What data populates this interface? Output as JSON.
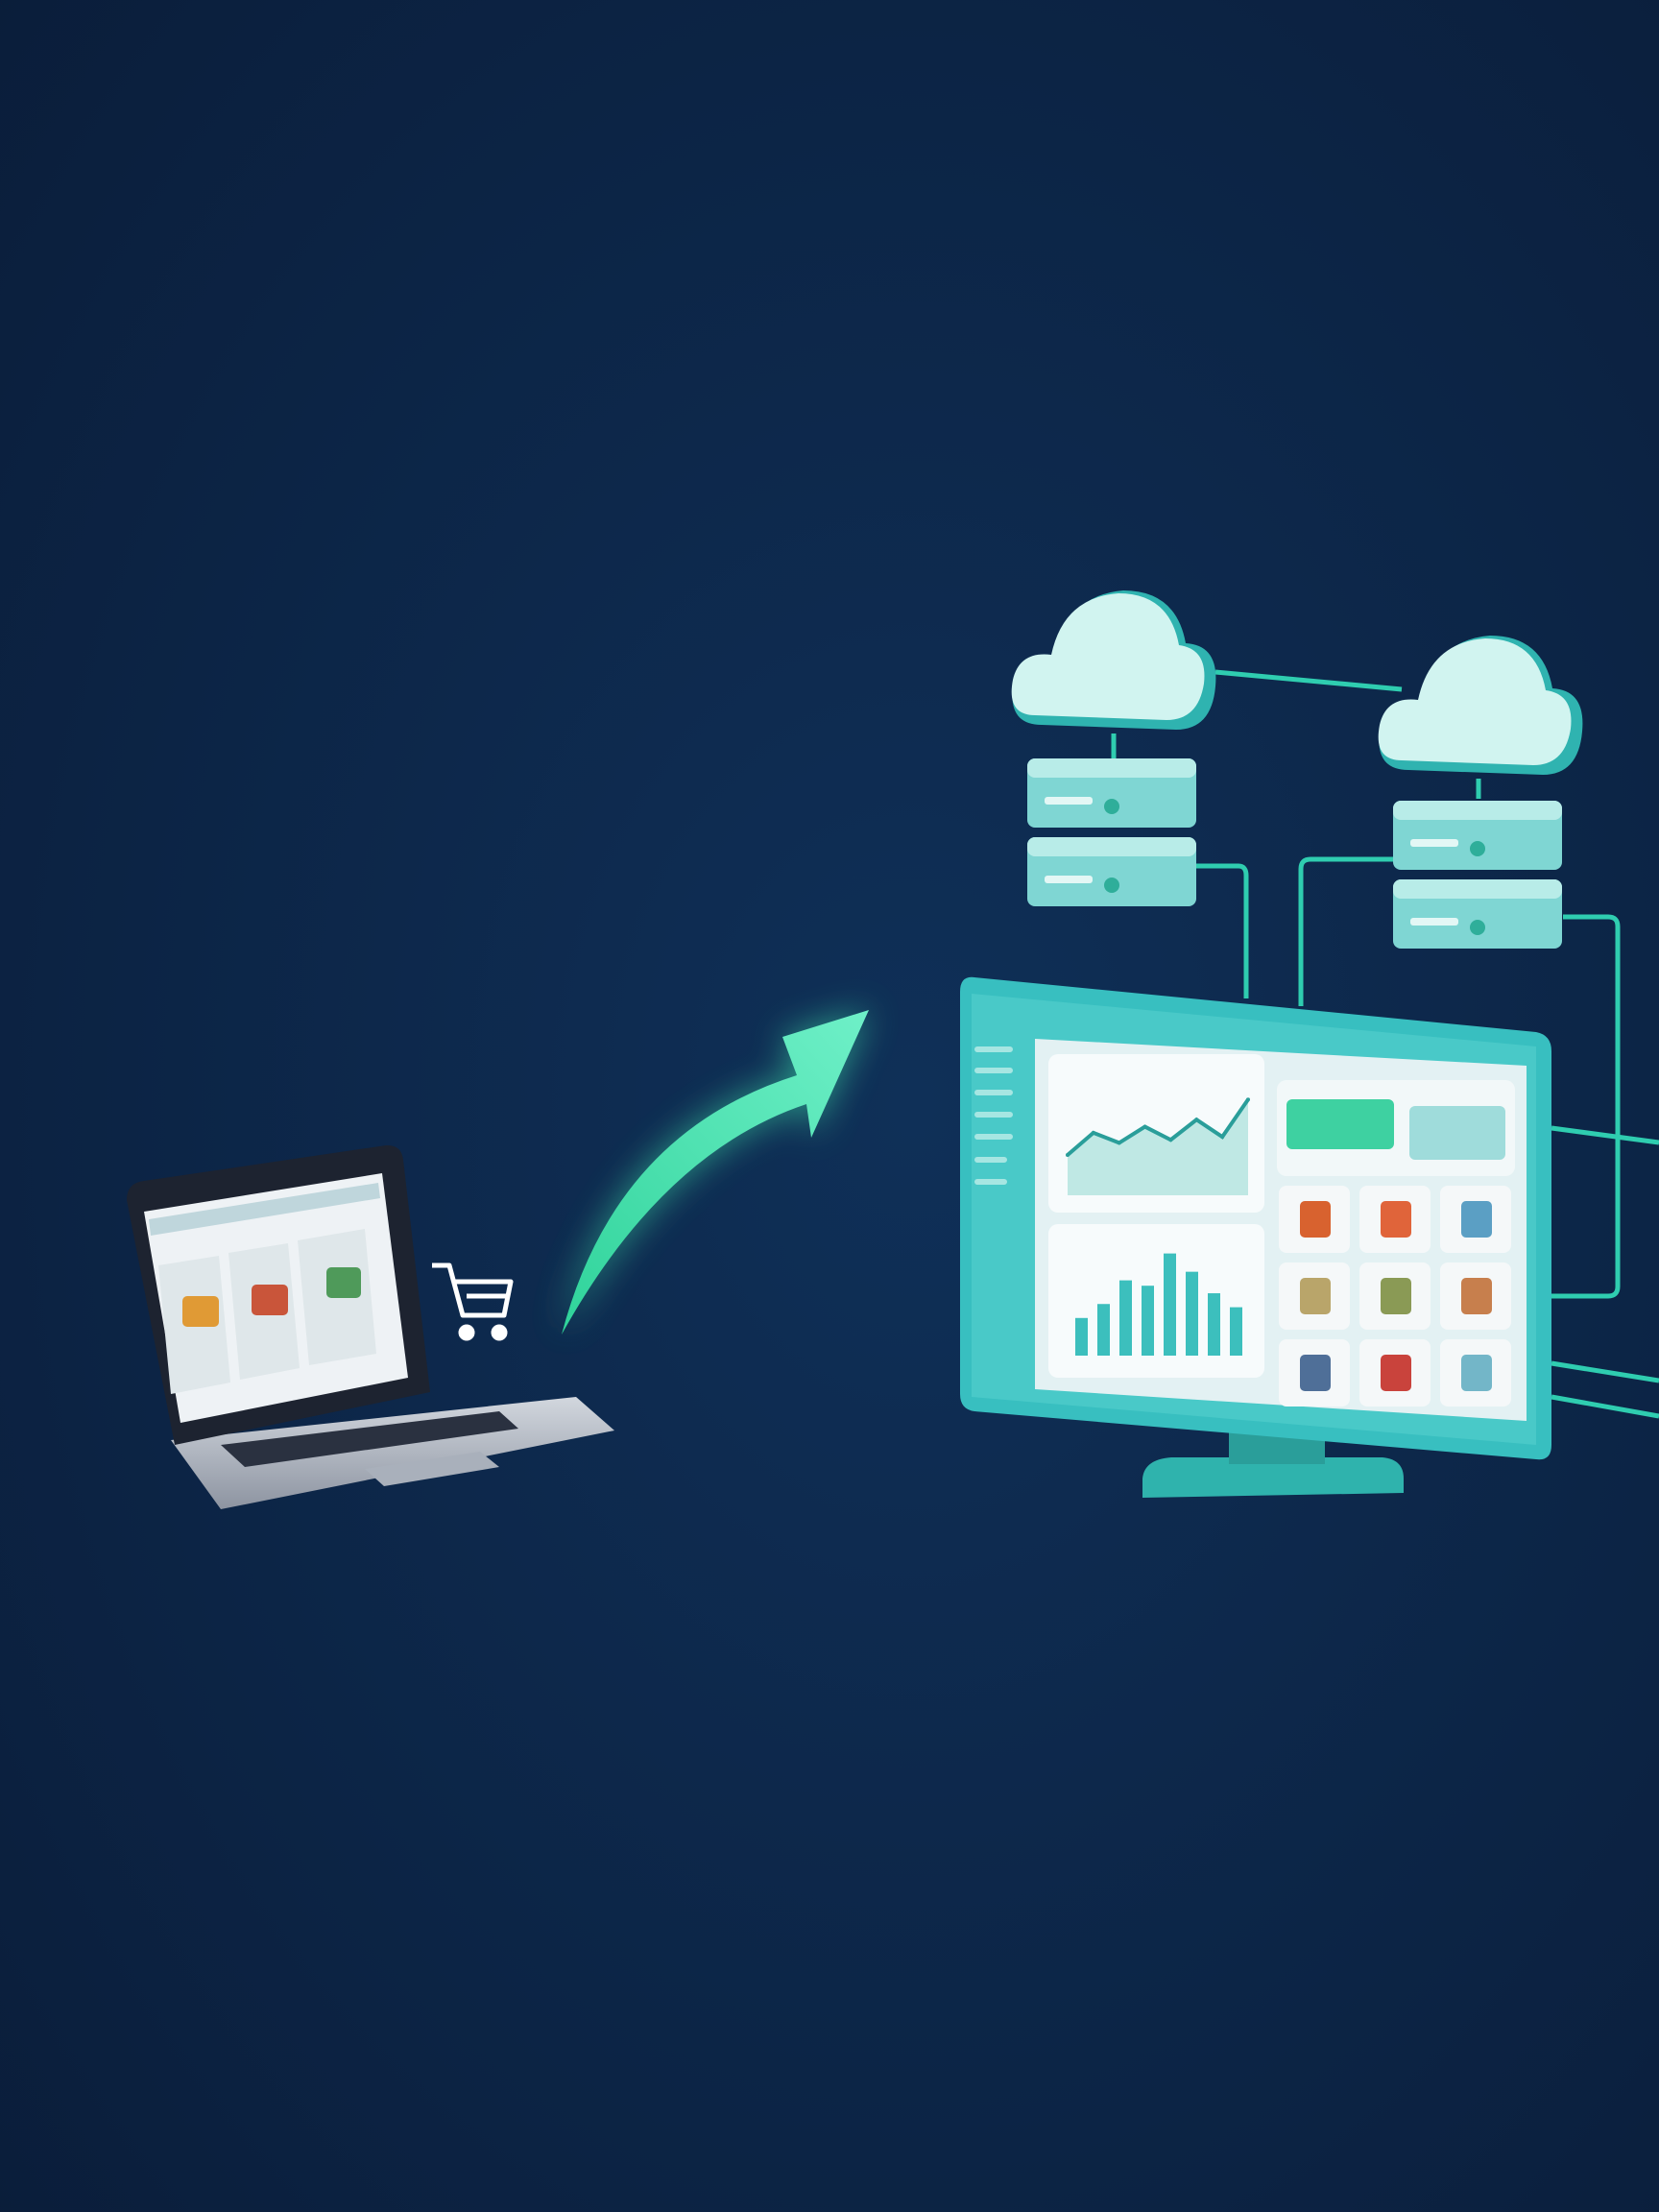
{
  "colors": {
    "background_top": "#0b1f3d",
    "background_mid": "#0d2a4f",
    "accent_teal": "#2fc7bd",
    "accent_green": "#3ee0a8",
    "cloud": "#c9f2ee",
    "monitor_frame": "#38bfc0",
    "screen_bg": "#e9f4f6",
    "laptop_silver": "#b9c0cc"
  },
  "icons": {
    "cart": "shopping-cart-icon",
    "arrow": "curved-arrow-icon",
    "cloud": "cloud-icon",
    "server": "server-icon"
  },
  "dashboard": {
    "line_chart_values": [
      40,
      62,
      52,
      68,
      55,
      75,
      58,
      95
    ],
    "bar_chart_values": [
      35,
      48,
      70,
      65,
      95,
      78,
      58,
      45
    ],
    "product_tile_colors": [
      "#d8622f",
      "#e0643a",
      "#5b9fc4",
      "#b9a56a",
      "#8a9a55",
      "#c77f4d",
      "#4f6f98",
      "#c9433c",
      "#73b6c8"
    ]
  },
  "storefront": {
    "product_colors": [
      "#e09a35",
      "#c9553a",
      "#4f9a5a"
    ]
  }
}
